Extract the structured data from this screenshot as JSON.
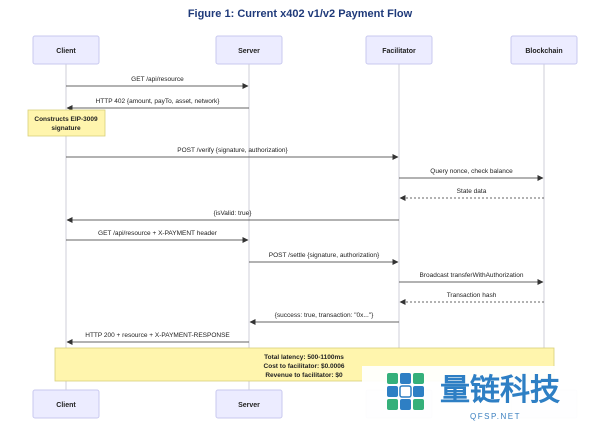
{
  "title": "Figure 1: Current x402 v1/v2 Payment Flow",
  "actors": [
    {
      "id": "client",
      "label": "Client"
    },
    {
      "id": "server",
      "label": "Server"
    },
    {
      "id": "facilitator",
      "label": "Facilitator"
    },
    {
      "id": "blockchain",
      "label": "Blockchain"
    }
  ],
  "messages": [
    {
      "from": "client",
      "to": "server",
      "label": "GET /api/resource",
      "dashed": false
    },
    {
      "from": "server",
      "to": "client",
      "label": "HTTP 402 {amount, payTo, asset, network}",
      "dashed": false
    },
    {
      "from": "client",
      "to": "facilitator",
      "label": "POST /verify {signature, authorization}",
      "dashed": false
    },
    {
      "from": "facilitator",
      "to": "blockchain",
      "label": "Query nonce, check balance",
      "dashed": false
    },
    {
      "from": "blockchain",
      "to": "facilitator",
      "label": "State data",
      "dashed": true
    },
    {
      "from": "facilitator",
      "to": "client",
      "label": "{isValid: true}",
      "dashed": false
    },
    {
      "from": "client",
      "to": "server",
      "label": "GET /api/resource + X-PAYMENT header",
      "dashed": false
    },
    {
      "from": "server",
      "to": "facilitator",
      "label": "POST /settle {signature, authorization}",
      "dashed": false
    },
    {
      "from": "facilitator",
      "to": "blockchain",
      "label": "Broadcast transferWithAuthorization",
      "dashed": false
    },
    {
      "from": "blockchain",
      "to": "facilitator",
      "label": "Transaction hash",
      "dashed": true
    },
    {
      "from": "facilitator",
      "to": "server",
      "label": "{success: true, transaction: \"0x...\"}",
      "dashed": false
    },
    {
      "from": "server",
      "to": "client",
      "label": "HTTP 200 + resource + X-PAYMENT-RESPONSE",
      "dashed": false
    }
  ],
  "note_client": {
    "lines": [
      "Constructs EIP-3009",
      "signature"
    ]
  },
  "summary": {
    "lines": [
      "Total latency: 500-1100ms",
      "Cost to facilitator: $0.0006",
      "Revenue to facilitator: $0"
    ]
  },
  "watermark": {
    "text": "量链科技",
    "url": "QFSP.NET",
    "colors": [
      "#2e7fc4",
      "#35b07a"
    ]
  }
}
